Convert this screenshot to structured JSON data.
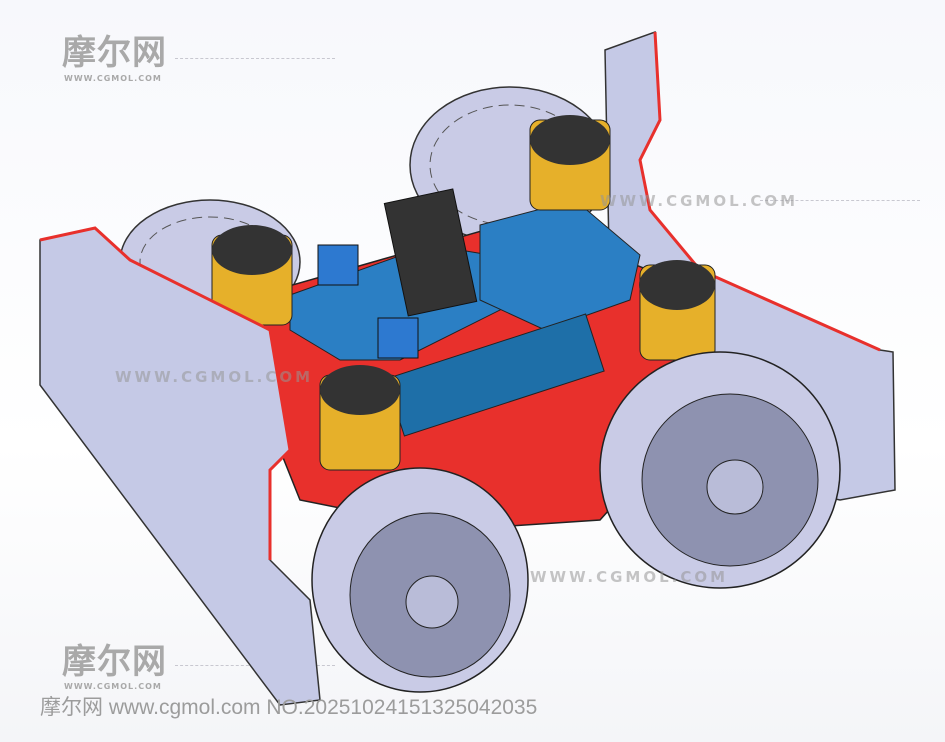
{
  "watermark": {
    "logo_text": "摩尔网",
    "logo_sub": "WWW.CGMOL.COM",
    "url_overlay": "WWW.CGMOL.COM",
    "footer_site": "摩尔网 www.cgmol.com",
    "footer_number": "NO.20251024151325042035"
  },
  "colors": {
    "guard": "#c5c9e6",
    "chassis": "#e8302c",
    "board_blue": "#2b7fc4",
    "motor_yellow": "#e6b02a",
    "tire": "#c9cbe6"
  }
}
